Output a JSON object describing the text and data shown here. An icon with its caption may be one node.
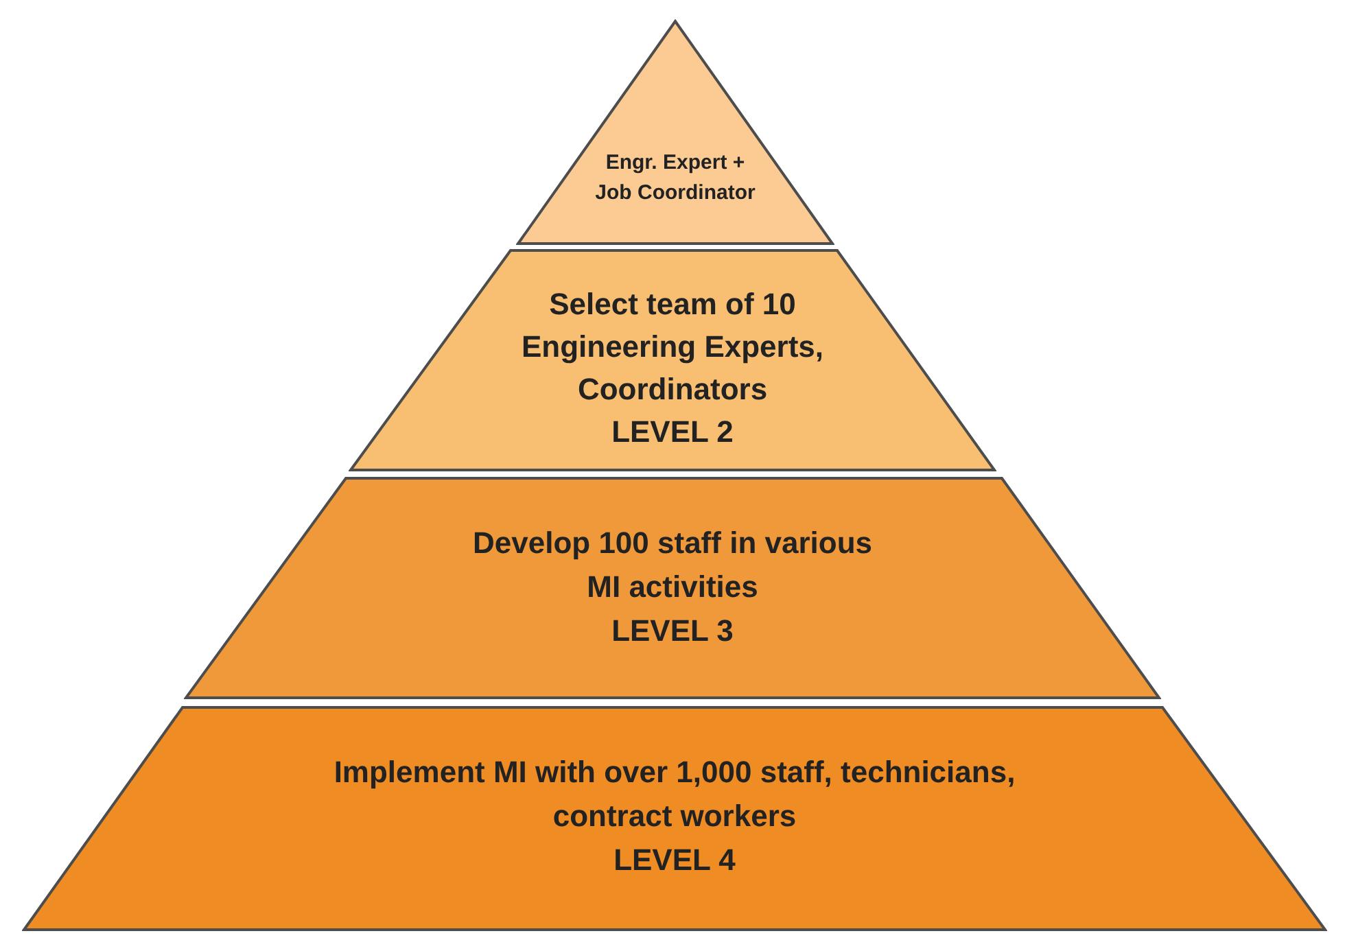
{
  "diagram": {
    "nodes": [
      {
        "text": [
          "Engr. Expert + Job Coordinator"
        ]
      },
      {
        "text": [
          "Select team of 10 Engineering Experts, Coordinators",
          "LEVEL 2"
        ]
      },
      {
        "text": [
          "Develop 100 staff in various MI activities",
          "LEVEL 3"
        ]
      },
      {
        "text": [
          "Implement MI with over 1,000 staff, technicians, contract workers",
          "LEVEL 4"
        ]
      }
    ]
  }
}
